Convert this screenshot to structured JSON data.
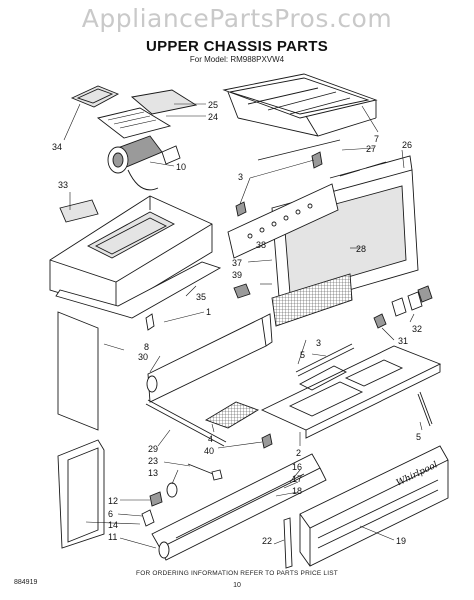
{
  "watermark": "AppliancePartsPros.com",
  "title": "UPPER CHASSIS PARTS",
  "model_line": "For Model: RM988PXVW4",
  "footer_note": "FOR ORDERING INFORMATION REFER TO PARTS PRICE LIST",
  "doc_code": "884919",
  "page_number": "10",
  "brand_mark": "Whirlpool",
  "callouts": [
    "25",
    "24",
    "34",
    "10",
    "33",
    "7",
    "27",
    "26",
    "3",
    "37",
    "39",
    "38",
    "28",
    "35",
    "1",
    "8",
    "30",
    "32",
    "31",
    "3",
    "5",
    "29",
    "23",
    "13",
    "4",
    "40",
    "2",
    "5",
    "16",
    "17",
    "18",
    "12",
    "6",
    "14",
    "11",
    "22",
    "19"
  ]
}
